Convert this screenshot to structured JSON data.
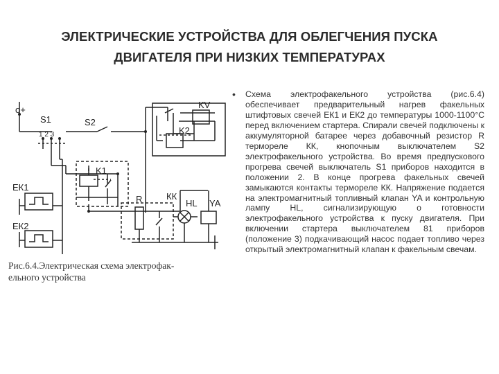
{
  "slide": {
    "title_line1": "ЭЛЕКТРИЧЕСКИЕ УСТРОЙСТВА ДЛЯ ОБЛЕГЧЕНИЯ ПУСКА",
    "title_line2": "ДВИГАТЕЛЯ ПРИ НИЗКИХ ТЕМПЕРАТУРАХ",
    "bullet_symbol": "•",
    "body_text": "Схема электрофакельного устройства (рис.6.4) обеспечивает предварительный нагрев факельных штифтовых свечей ЕК1 и ЕК2 до температуры 1000-1100°С перед включением стартера. Спирали свечей подключены к аккумуляторной батарее через добавочный резистор R термореле КК, кнопочным выключателем S2 электрофакельного устройства. Во время предпускового прогрева свечей выключатель S1 приборов находится в положении 2. В конце прогрева факельных свечей замыкаются контакты термореле КК. Напряжение подается на электромагнитный топливный клапан YA и контрольную лампу HL, сигнализирующую о готовности электрофакельного устройства к пуску двигателя. При включении стартера выключателем 81 приборов (положение 3) подкачивающий насос подает топливо через открытый электромагнитный клапан к факельным свечам.",
    "caption_line1": "Рис.6.4.Электрическая схема электрофак-",
    "caption_line2": "ельного устройства"
  },
  "diagram": {
    "labels": {
      "power": "о+",
      "s1": "S1",
      "s1_positions": "1 2 3",
      "s2": "S2",
      "kv": "KV",
      "k2": "K2",
      "k1": "K1",
      "ek1": "ЕК1",
      "ek2": "ЕК2",
      "r": "R",
      "kk": "КК",
      "hl": "HL",
      "ya": "YA"
    }
  }
}
